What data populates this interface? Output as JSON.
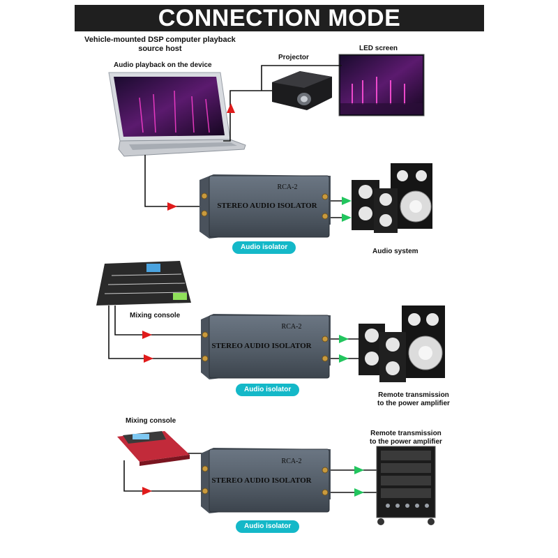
{
  "banner": {
    "title": "CONNECTION MODE"
  },
  "host": {
    "title_line1": "Vehicle-mounted DSP computer playback",
    "title_line2": "source host"
  },
  "labels": {
    "laptop": "Audio playback on the device",
    "projector": "Projector",
    "led_screen": "LED screen",
    "audio_system": "Audio system",
    "mixing_console_1": "Mixing console",
    "mixing_console_2": "Mixing console",
    "remote1_line1": "Remote transmission",
    "remote1_line2": "to the power amplifier",
    "remote2_line1": "Remote transmission",
    "remote2_line2": "to the power amplifier"
  },
  "device": {
    "model": "RCA-2",
    "name": "STEREO AUDIO ISOLATOR"
  },
  "pills": [
    "Audio isolator",
    "Audio isolator",
    "Audio isolator"
  ],
  "colors": {
    "banner": "#1f1f1f",
    "pill": "#14b8c8",
    "input_arrow": "#e01b1b",
    "output_arrow": "#22c55e"
  }
}
